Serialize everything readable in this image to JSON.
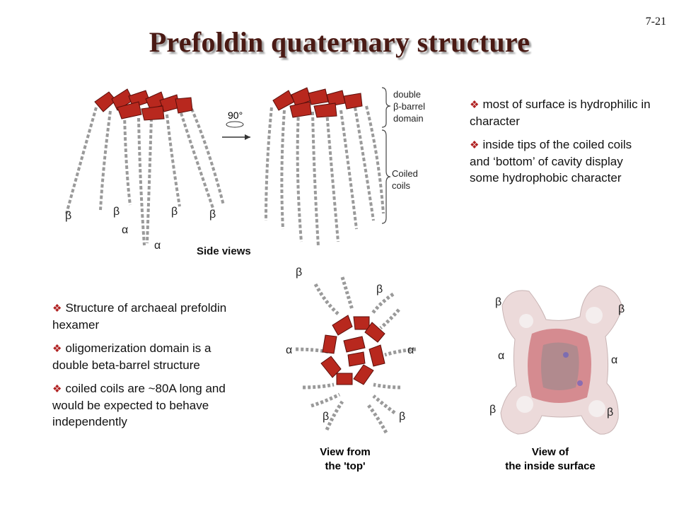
{
  "slide_number": "7-21",
  "title": "Prefoldin quaternary structure",
  "top_right_bullets": [
    "most of surface is hydrophilic in character",
    "inside tips of the coiled coils and ‘bottom’ of cavity display some hydrophobic character"
  ],
  "bottom_left_bullets": [
    "Structure of archaeal prefoldin hexamer",
    "oligomerization domain is a double beta-barrel structure",
    "coiled coils are ~80A long and would be expected to behave independently"
  ],
  "side_view": {
    "rotation": "90°",
    "caption": "Side views",
    "domain_label_lines": [
      "double",
      "β-barrel",
      "domain"
    ],
    "coils_label_lines": [
      "Coiled",
      "coils"
    ],
    "labels": [
      "β",
      "β",
      "α",
      "α",
      "β",
      "β"
    ]
  },
  "top_view": {
    "caption_lines": [
      "View from",
      "the 'top'"
    ],
    "labels": [
      "β",
      "β",
      "α",
      "α",
      "β",
      "β"
    ]
  },
  "inside_view": {
    "caption_lines": [
      "View of",
      "the inside surface"
    ],
    "labels": [
      "β",
      "β",
      "α",
      "α",
      "β",
      "β"
    ]
  }
}
